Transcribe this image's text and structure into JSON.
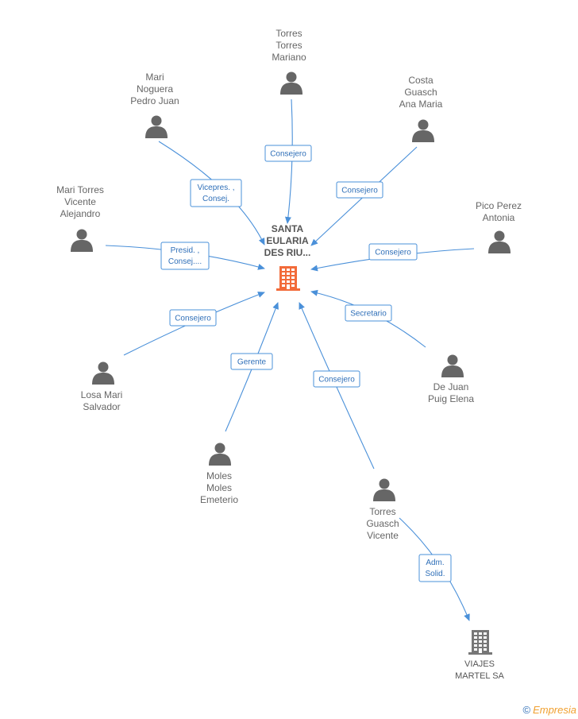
{
  "center": {
    "label_lines": [
      "SANTA",
      "EULARIA",
      "DES RIU..."
    ],
    "icon": "building-icon",
    "color": "#f26b3a"
  },
  "people": [
    {
      "id": "torres-torres-mariano",
      "lines": [
        "Torres",
        "Torres",
        "Mariano"
      ],
      "role_lines": [
        "Consejero"
      ]
    },
    {
      "id": "mari-noguera-pedro-juan",
      "lines": [
        "Mari",
        "Noguera",
        "Pedro Juan"
      ],
      "role_lines": [
        "Vicepres. ,",
        "Consej."
      ]
    },
    {
      "id": "costa-guasch-ana-maria",
      "lines": [
        "Costa",
        "Guasch",
        "Ana Maria"
      ],
      "role_lines": [
        "Consejero"
      ]
    },
    {
      "id": "mari-torres-vicente-alejandro",
      "lines": [
        "Mari Torres",
        "Vicente",
        "Alejandro"
      ],
      "role_lines": [
        "Presid. ,",
        "Consej...."
      ]
    },
    {
      "id": "pico-perez-antonia",
      "lines": [
        "Pico Perez",
        "Antonia"
      ],
      "role_lines": [
        "Consejero"
      ]
    },
    {
      "id": "losa-mari-salvador",
      "lines": [
        "Losa Mari",
        "Salvador"
      ],
      "role_lines": [
        "Consejero"
      ]
    },
    {
      "id": "de-juan-puig-elena",
      "lines": [
        "De Juan",
        "Puig Elena"
      ],
      "role_lines": [
        "Secretario"
      ]
    },
    {
      "id": "moles-moles-emeterio",
      "lines": [
        "Moles",
        "Moles",
        "Emeterio"
      ],
      "role_lines": [
        "Gerente"
      ]
    },
    {
      "id": "torres-guasch-vicente",
      "lines": [
        "Torres",
        "Guasch",
        "Vicente"
      ],
      "role_lines": [
        "Consejero"
      ]
    }
  ],
  "secondary": {
    "company_lines": [
      "VIAJES",
      "MARTEL SA"
    ],
    "icon": "building-icon",
    "color": "#777777",
    "from": "torres-guasch-vicente",
    "role_lines": [
      "Adm.",
      "Solid."
    ]
  },
  "footer": {
    "copyright_symbol": "©",
    "brand": "Empresia"
  },
  "colors": {
    "edge": "#4a90d9",
    "person": "#666666"
  }
}
